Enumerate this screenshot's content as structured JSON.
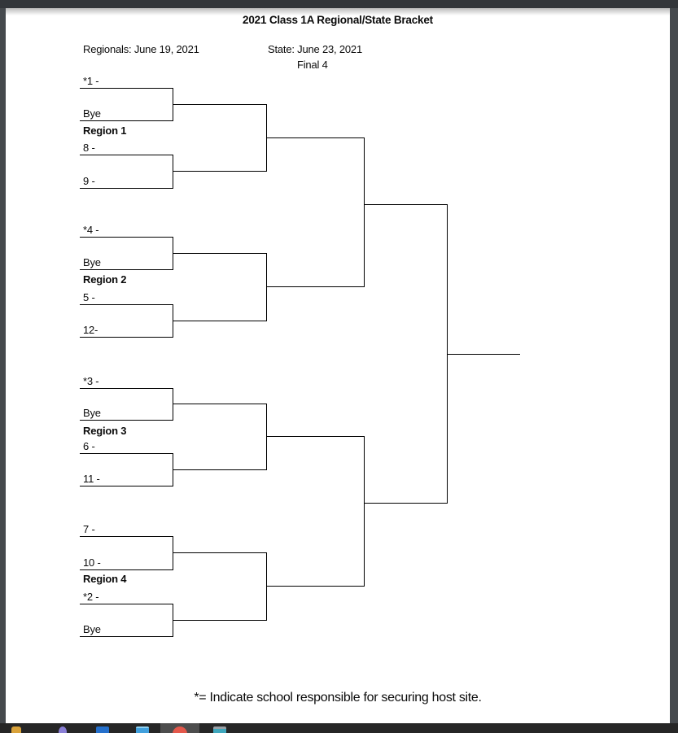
{
  "chrome": {
    "top_bar_color": "#33363a",
    "side_strip_color": "#45494d",
    "taskbar_color": "#262626",
    "taskbar_active_slot_color": "#4d4d4d"
  },
  "document": {
    "title": "2021 Class 1A Regional/State Bracket",
    "regionals_date": "Regionals: June 19, 2021",
    "state_date": "State: June 23, 2021",
    "state_round": "Final 4",
    "footnote": "*= Indicate school responsible for securing host site."
  },
  "bracket": {
    "regions": [
      {
        "name": "Region 1",
        "seeds": [
          "*1 -",
          "Bye",
          "8 -",
          "9 -"
        ]
      },
      {
        "name": "Region 2",
        "seeds": [
          "*4 -",
          "Bye",
          "5 -",
          "12-"
        ]
      },
      {
        "name": "Region 3",
        "seeds": [
          "*3 -",
          "Bye",
          "6 -",
          "11 -"
        ]
      },
      {
        "name": "Region 4",
        "seeds": [
          "7 -",
          "10 -",
          "*2 -",
          "Bye"
        ]
      }
    ]
  },
  "taskbar": {
    "icons": [
      {
        "name": "files-app-icon",
        "color": "#d9a23a"
      },
      {
        "name": "app-purple-icon",
        "color": "#8a7fd6"
      },
      {
        "name": "app-blue-icon",
        "color": "#2570cc"
      },
      {
        "name": "app-lightblue-icon",
        "color": "#41a0dd"
      },
      {
        "name": "browser-active-icon",
        "color": "#e4584b"
      },
      {
        "name": "app-teal-icon",
        "color": "#3fa7bd"
      }
    ]
  }
}
